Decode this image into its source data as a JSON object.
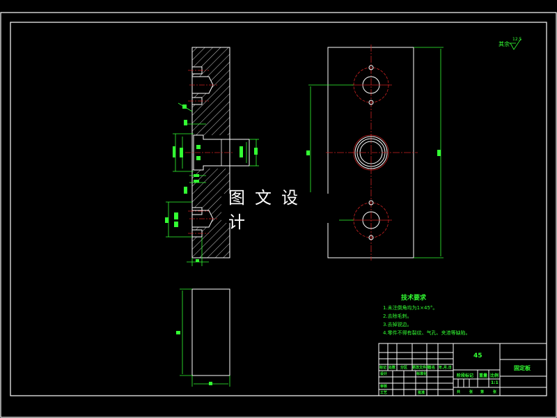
{
  "drawing": {
    "type": "mechanical-engineering-drawing",
    "background": "#000000",
    "colors": {
      "outline": "#ffffff",
      "dimension": "#33ff33",
      "centerline": "#cc2222",
      "hatch": "#ffffff"
    },
    "views": [
      {
        "name": "section-view",
        "description": "hatched side section with tapped holes and counterbore"
      },
      {
        "name": "front-view",
        "description": "rectangular plate with three hole groups on vertical centerline"
      },
      {
        "name": "bottom-view",
        "description": "plain rectangular outline"
      }
    ]
  },
  "watermark": {
    "text": "图文设计"
  },
  "roughness": {
    "label": "其余",
    "value": "12.5"
  },
  "technical_requirements": {
    "title": "技术要求",
    "lines": [
      "1.未注倒角均为1×45°。",
      "2.去除毛刺。",
      "3.去掉锐边。",
      "4.零件不得有裂纹、气孔、夹渣等缺陷。"
    ]
  },
  "title_block": {
    "material": "45",
    "part_name": "固定板",
    "scale_label": "比例",
    "scale_value": "1:1",
    "weight_label": "重量",
    "stage_label": "阶段标记",
    "row_labels": [
      "标记",
      "处数",
      "分区",
      "更改文件号",
      "签名",
      "年.月.日"
    ],
    "design_label": "设计",
    "standardize_label": "标准化",
    "review_label": "审核",
    "process_label": "工艺",
    "approve_label": "批准",
    "sheet_labels": [
      "共",
      "张",
      "第",
      "张"
    ]
  }
}
